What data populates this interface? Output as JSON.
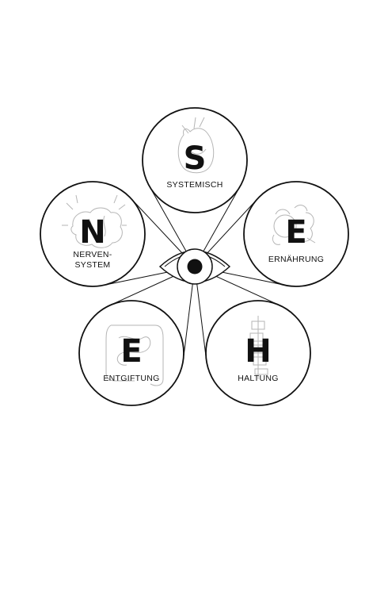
{
  "diagram": {
    "center": {
      "name": "eye-icon"
    },
    "nodes": [
      {
        "id": "systemisch",
        "letter": "S",
        "label_lines": [
          "SYSTEMISCH"
        ],
        "icon": "heart-sketch-icon"
      },
      {
        "id": "ernaehrung",
        "letter": "E",
        "label_lines": [
          "ERNÄHRUNG"
        ],
        "icon": "vegetables-sketch-icon"
      },
      {
        "id": "haltung",
        "letter": "H",
        "label_lines": [
          "HALTUNG"
        ],
        "icon": "spine-sketch-icon"
      },
      {
        "id": "entgiftung",
        "letter": "E",
        "label_lines": [
          "ENTGIFTUNG"
        ],
        "icon": "intestine-sketch-icon"
      },
      {
        "id": "nervensystem",
        "letter": "N",
        "label_lines": [
          "NERVEN-",
          "SYSTEM"
        ],
        "icon": "brain-sketch-icon"
      }
    ],
    "colors": {
      "stroke": "#111111",
      "sketch": "#b5b5b5",
      "background": "#ffffff"
    }
  }
}
